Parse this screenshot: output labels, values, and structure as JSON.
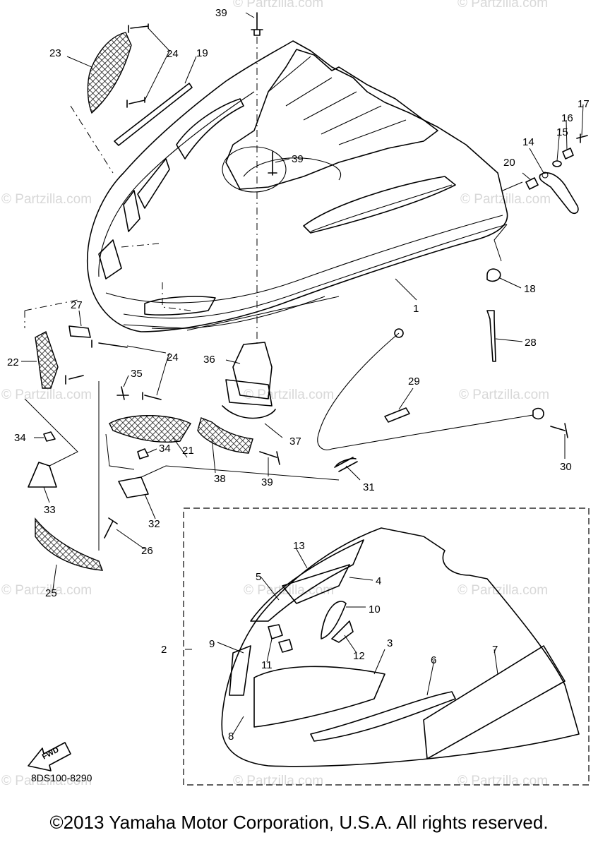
{
  "watermark": "© Partzilla.com",
  "diagram_code": "8DS100-8290",
  "copyright": "©2013 Yamaha Motor Corporation, U.S.A. All rights reserved.",
  "fwd_label": "FWD",
  "callouts": [
    "1",
    "2",
    "3",
    "4",
    "5",
    "6",
    "7",
    "8",
    "9",
    "10",
    "11",
    "12",
    "13",
    "14",
    "15",
    "16",
    "17",
    "18",
    "19",
    "20",
    "21",
    "22",
    "23",
    "24",
    "24",
    "25",
    "26",
    "27",
    "28",
    "29",
    "30",
    "31",
    "32",
    "33",
    "34",
    "34",
    "35",
    "36",
    "37",
    "38",
    "39",
    "39",
    "39"
  ]
}
